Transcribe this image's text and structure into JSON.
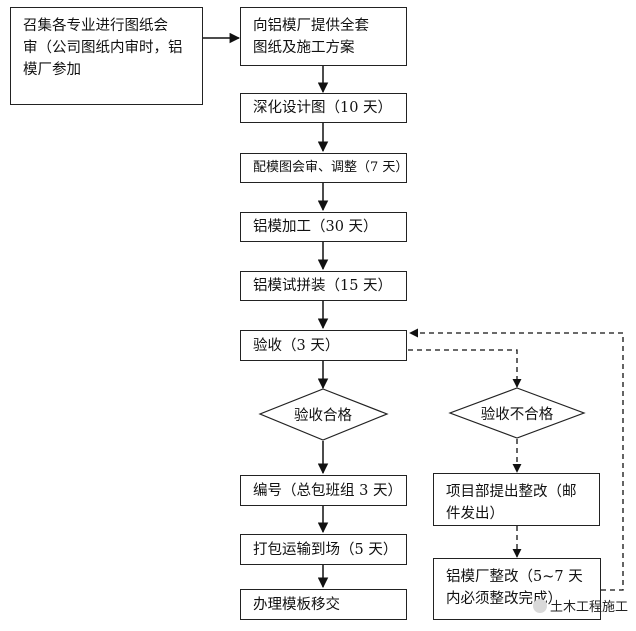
{
  "nodes": {
    "n1": "召集各专业进行图纸会审（公司图纸内审时，铝模厂参加",
    "n1_lines": [
      "召集各专业进行图纸会",
      "审（公司图纸内审时，铝",
      "模厂参加"
    ],
    "n2_lines": [
      "向铝模厂提供全套",
      "图纸及施工方案"
    ],
    "n3": "深化设计图（10 天）",
    "n4": "配模图会审、调整（7 天）",
    "n5": "铝模加工（30 天）",
    "n6": "铝模试拼装（15 天）",
    "n7": "验收（3 天）",
    "d_pass": "验收合格",
    "d_fail": "验收不合格",
    "n8": "编号（总包班组 3 天）",
    "n9": "打包运输到场（5 天）",
    "n10": "办理模板移交",
    "n11_lines": [
      "项目部提出整改（邮",
      "件发出）"
    ],
    "n12_lines": [
      "铝模厂整改（5~7 天",
      "内必须整改完成）"
    ]
  },
  "watermark": "土木工程施工",
  "colors": {
    "line": "#111111",
    "border": "#222222"
  }
}
